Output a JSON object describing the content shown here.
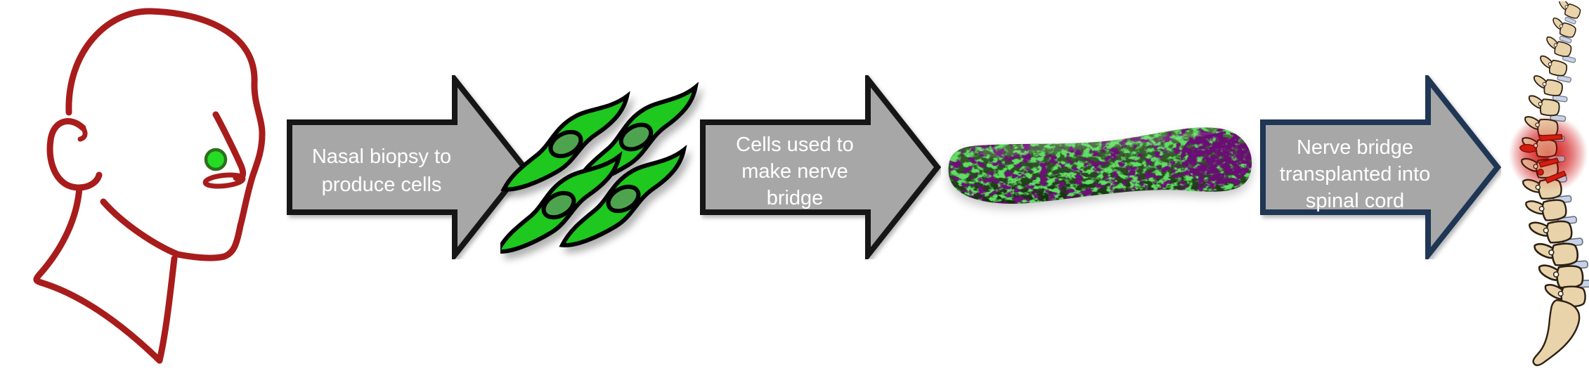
{
  "diagram": {
    "type": "process-flow",
    "step_count": 4
  },
  "arrows": [
    {
      "label": "Nasal biopsy to produce cells",
      "lines": [
        "Nasal biopsy to",
        "produce cells"
      ],
      "outline_color": "#161616"
    },
    {
      "label": "Cells used to make nerve bridge",
      "lines": [
        "Cells used to",
        "make nerve",
        "bridge"
      ],
      "outline_color": "#161616"
    },
    {
      "label": "Nerve bridge transplanted into spinal cord",
      "lines": [
        "Nerve bridge",
        "transplanted into",
        "spinal cord"
      ],
      "outline_color": "#1f3655"
    }
  ],
  "icons": {
    "head": "head-profile-icon",
    "biopsy_site": "biopsy-site-dot",
    "cells": "olfactory-cells-icon",
    "bridge": "nerve-bridge-icon",
    "spine": "spine-icon",
    "injury": "spinal-injury-glow"
  },
  "colors": {
    "background": "#ffffff",
    "head_outline": "#a81c1c",
    "biopsy_site_green": "#24dc24",
    "cell_green": "#1ec81e",
    "cell_nucleus_green": "#4ea44e",
    "arrow_fill": "#a7a7a7",
    "arrow_text": "#ffffff",
    "arrow_outline_black": "#161616",
    "arrow_outline_navy": "#1f3655",
    "bridge_dark_green": "#2f5526",
    "bridge_speckle_green": "#5fdf63",
    "bridge_speckle_purple": "#70097a",
    "spine_bone": "#e9d3ab",
    "spine_disc": "#c7d3ea",
    "injury_red": "#cc0000"
  }
}
